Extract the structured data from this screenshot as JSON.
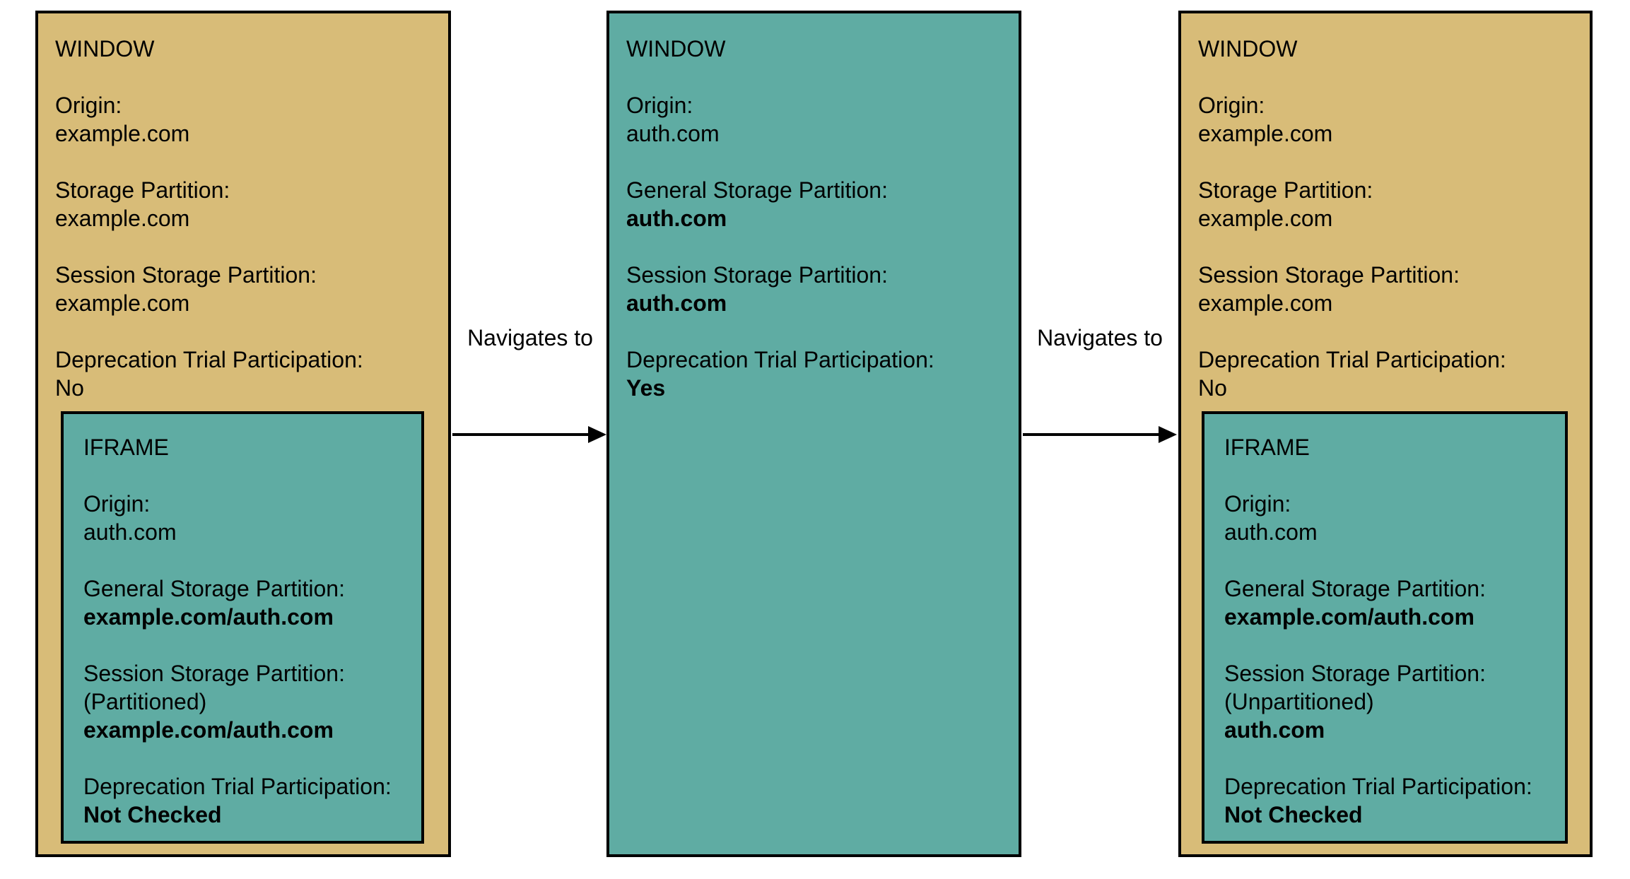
{
  "canvas": {
    "background": "#ffffff"
  },
  "colors": {
    "window_fill_tan": "#d8bc78",
    "window_fill_teal": "#5faca3",
    "iframe_fill": "#5faca3",
    "border": "#000000",
    "text": "#000000"
  },
  "arrows": [
    {
      "label": "Navigates to"
    },
    {
      "label": "Navigates to"
    }
  ],
  "col1": {
    "window": {
      "title": "WINDOW",
      "origin_label": "Origin:",
      "origin_value": "example.com",
      "storage_label": "Storage Partition:",
      "storage_value": "example.com",
      "session_label": "Session Storage Partition:",
      "session_value": "example.com",
      "trial_label": "Deprecation Trial Participation:",
      "trial_value": "No"
    },
    "iframe": {
      "title": "IFRAME",
      "origin_label": "Origin:",
      "origin_value": "auth.com",
      "general_label": "General Storage Partition:",
      "general_value": "example.com/auth.com",
      "session_label": "Session Storage Partition:",
      "session_note": "(Partitioned)",
      "session_value": "example.com/auth.com",
      "trial_label": "Deprecation Trial Participation:",
      "trial_value": "Not Checked"
    }
  },
  "col2": {
    "window": {
      "title": "WINDOW",
      "origin_label": "Origin:",
      "origin_value": "auth.com",
      "general_label": "General Storage Partition:",
      "general_value": "auth.com",
      "session_label": "Session Storage Partition:",
      "session_value": "auth.com",
      "trial_label": "Deprecation Trial Participation:",
      "trial_value": "Yes"
    }
  },
  "col3": {
    "window": {
      "title": "WINDOW",
      "origin_label": "Origin:",
      "origin_value": "example.com",
      "storage_label": "Storage Partition:",
      "storage_value": "example.com",
      "session_label": "Session Storage Partition:",
      "session_value": "example.com",
      "trial_label": "Deprecation Trial Participation:",
      "trial_value": "No"
    },
    "iframe": {
      "title": "IFRAME",
      "origin_label": "Origin:",
      "origin_value": "auth.com",
      "general_label": "General Storage Partition:",
      "general_value": "example.com/auth.com",
      "session_label": "Session Storage Partition:",
      "session_note": "(Unpartitioned)",
      "session_value": "auth.com",
      "trial_label": "Deprecation Trial Participation:",
      "trial_value": "Not Checked"
    }
  }
}
